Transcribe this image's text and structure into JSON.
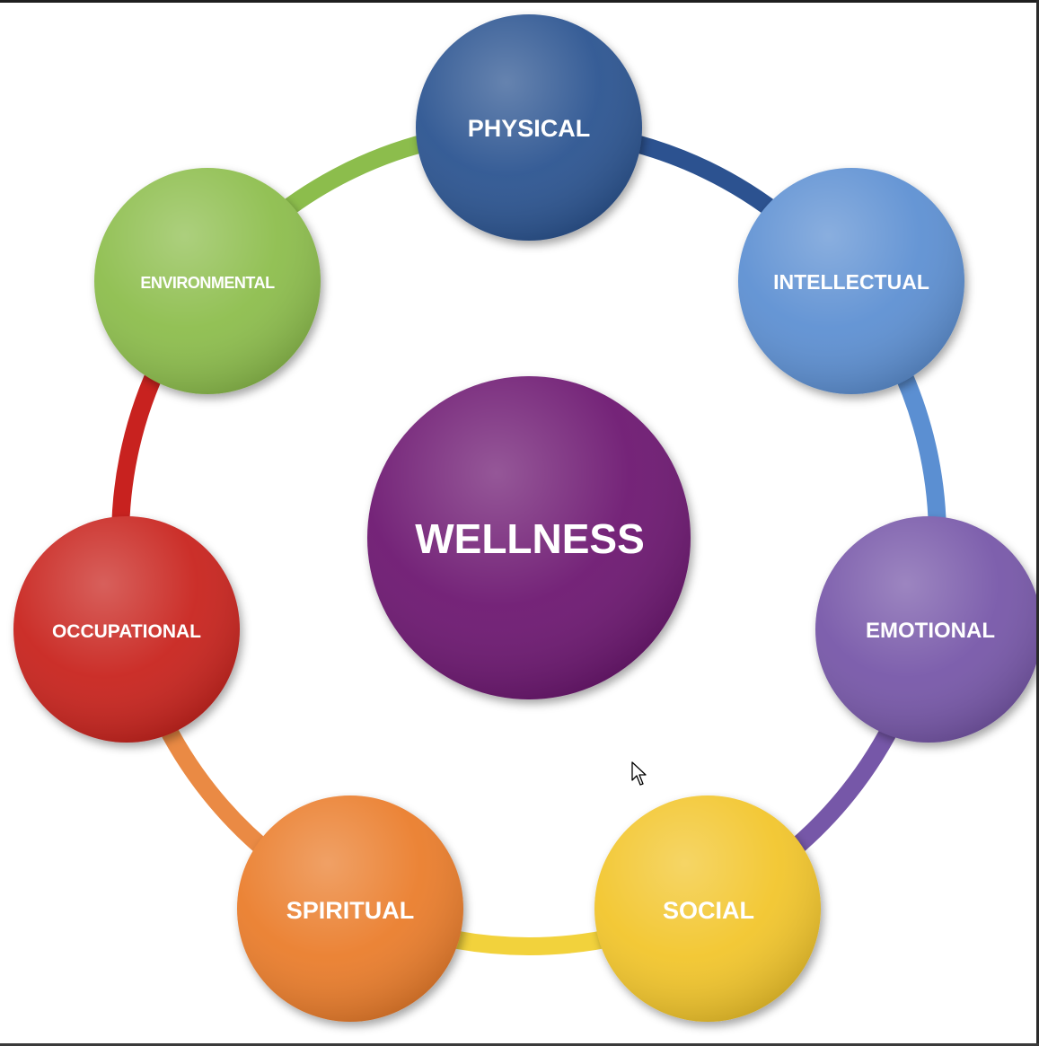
{
  "center": {
    "label": "WELLNESS",
    "color": "#6c1370"
  },
  "nodes": [
    {
      "key": "physical",
      "label": "PHYSICAL",
      "color": "#2c5290"
    },
    {
      "key": "intellectual",
      "label": "INTELLECTUAL",
      "color": "#5b8fd2"
    },
    {
      "key": "emotional",
      "label": "EMOTIONAL",
      "color": "#7657a8"
    },
    {
      "key": "social",
      "label": "SOCIAL",
      "color": "#f2c52c"
    },
    {
      "key": "spiritual",
      "label": "SPIRITUAL",
      "color": "#ea7b2b"
    },
    {
      "key": "occupational",
      "label": "OCCUPATIONAL",
      "color": "#c8221f"
    },
    {
      "key": "environmental",
      "label": "ENVIRONMENTAL",
      "color": "#8cbd4c"
    }
  ],
  "arcs": [
    {
      "key": "physical-intellectual",
      "color": "#2c5290"
    },
    {
      "key": "intellectual-emotional",
      "color": "#5b8fd2"
    },
    {
      "key": "emotional-social",
      "color": "#7657a8"
    },
    {
      "key": "social-spiritual",
      "color": "#f2d23c"
    },
    {
      "key": "spiritual-occupational",
      "color": "#ea8a44"
    },
    {
      "key": "occupational-environmental",
      "color": "#c8221f"
    },
    {
      "key": "environmental-physical",
      "color": "#8cbd4c"
    }
  ]
}
